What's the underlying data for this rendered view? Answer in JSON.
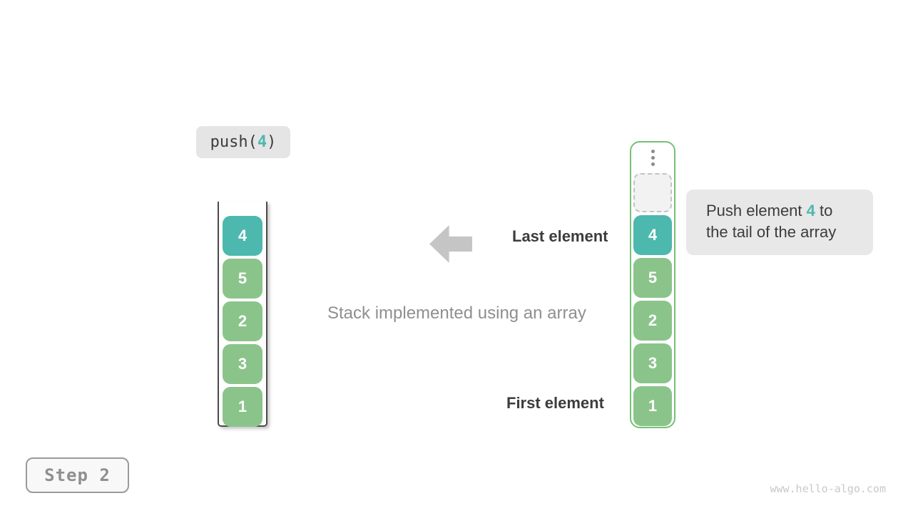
{
  "colors": {
    "teal": "#4DB8AE",
    "green": "#8BC48B",
    "green_border": "#74C274",
    "panel_bg": "#E5E5E5",
    "callout_bg": "#E8E8E8",
    "text_dark": "#3C3C3C",
    "text_gray": "#8F8F8F",
    "arrow_gray": "#C5C5C5",
    "container_border": "#4A4A4A",
    "empty_bg": "#F2F2F2",
    "empty_border": "#C3C3C3",
    "step_border": "#9A9A9A",
    "step_bg": "#F8F8F8",
    "watermark_gray": "#C9C9C9"
  },
  "operation": {
    "prefix": "push(",
    "arg": "4",
    "suffix": ")"
  },
  "labels": {
    "last_element": "Last element",
    "first_element": "First element",
    "caption": "Stack implemented using an array",
    "step": "Step 2",
    "watermark": "www.hello-algo.com"
  },
  "callout": {
    "before": "Push element ",
    "highlight": "4",
    "after": " to the tail of the array"
  },
  "stacks": {
    "left": {
      "cells": [
        "4",
        "5",
        "2",
        "3",
        "1"
      ]
    },
    "right": {
      "ellipsis_icon": "vertical-ellipsis",
      "has_empty_slot": true,
      "cells": [
        "4",
        "5",
        "2",
        "3",
        "1"
      ]
    }
  }
}
